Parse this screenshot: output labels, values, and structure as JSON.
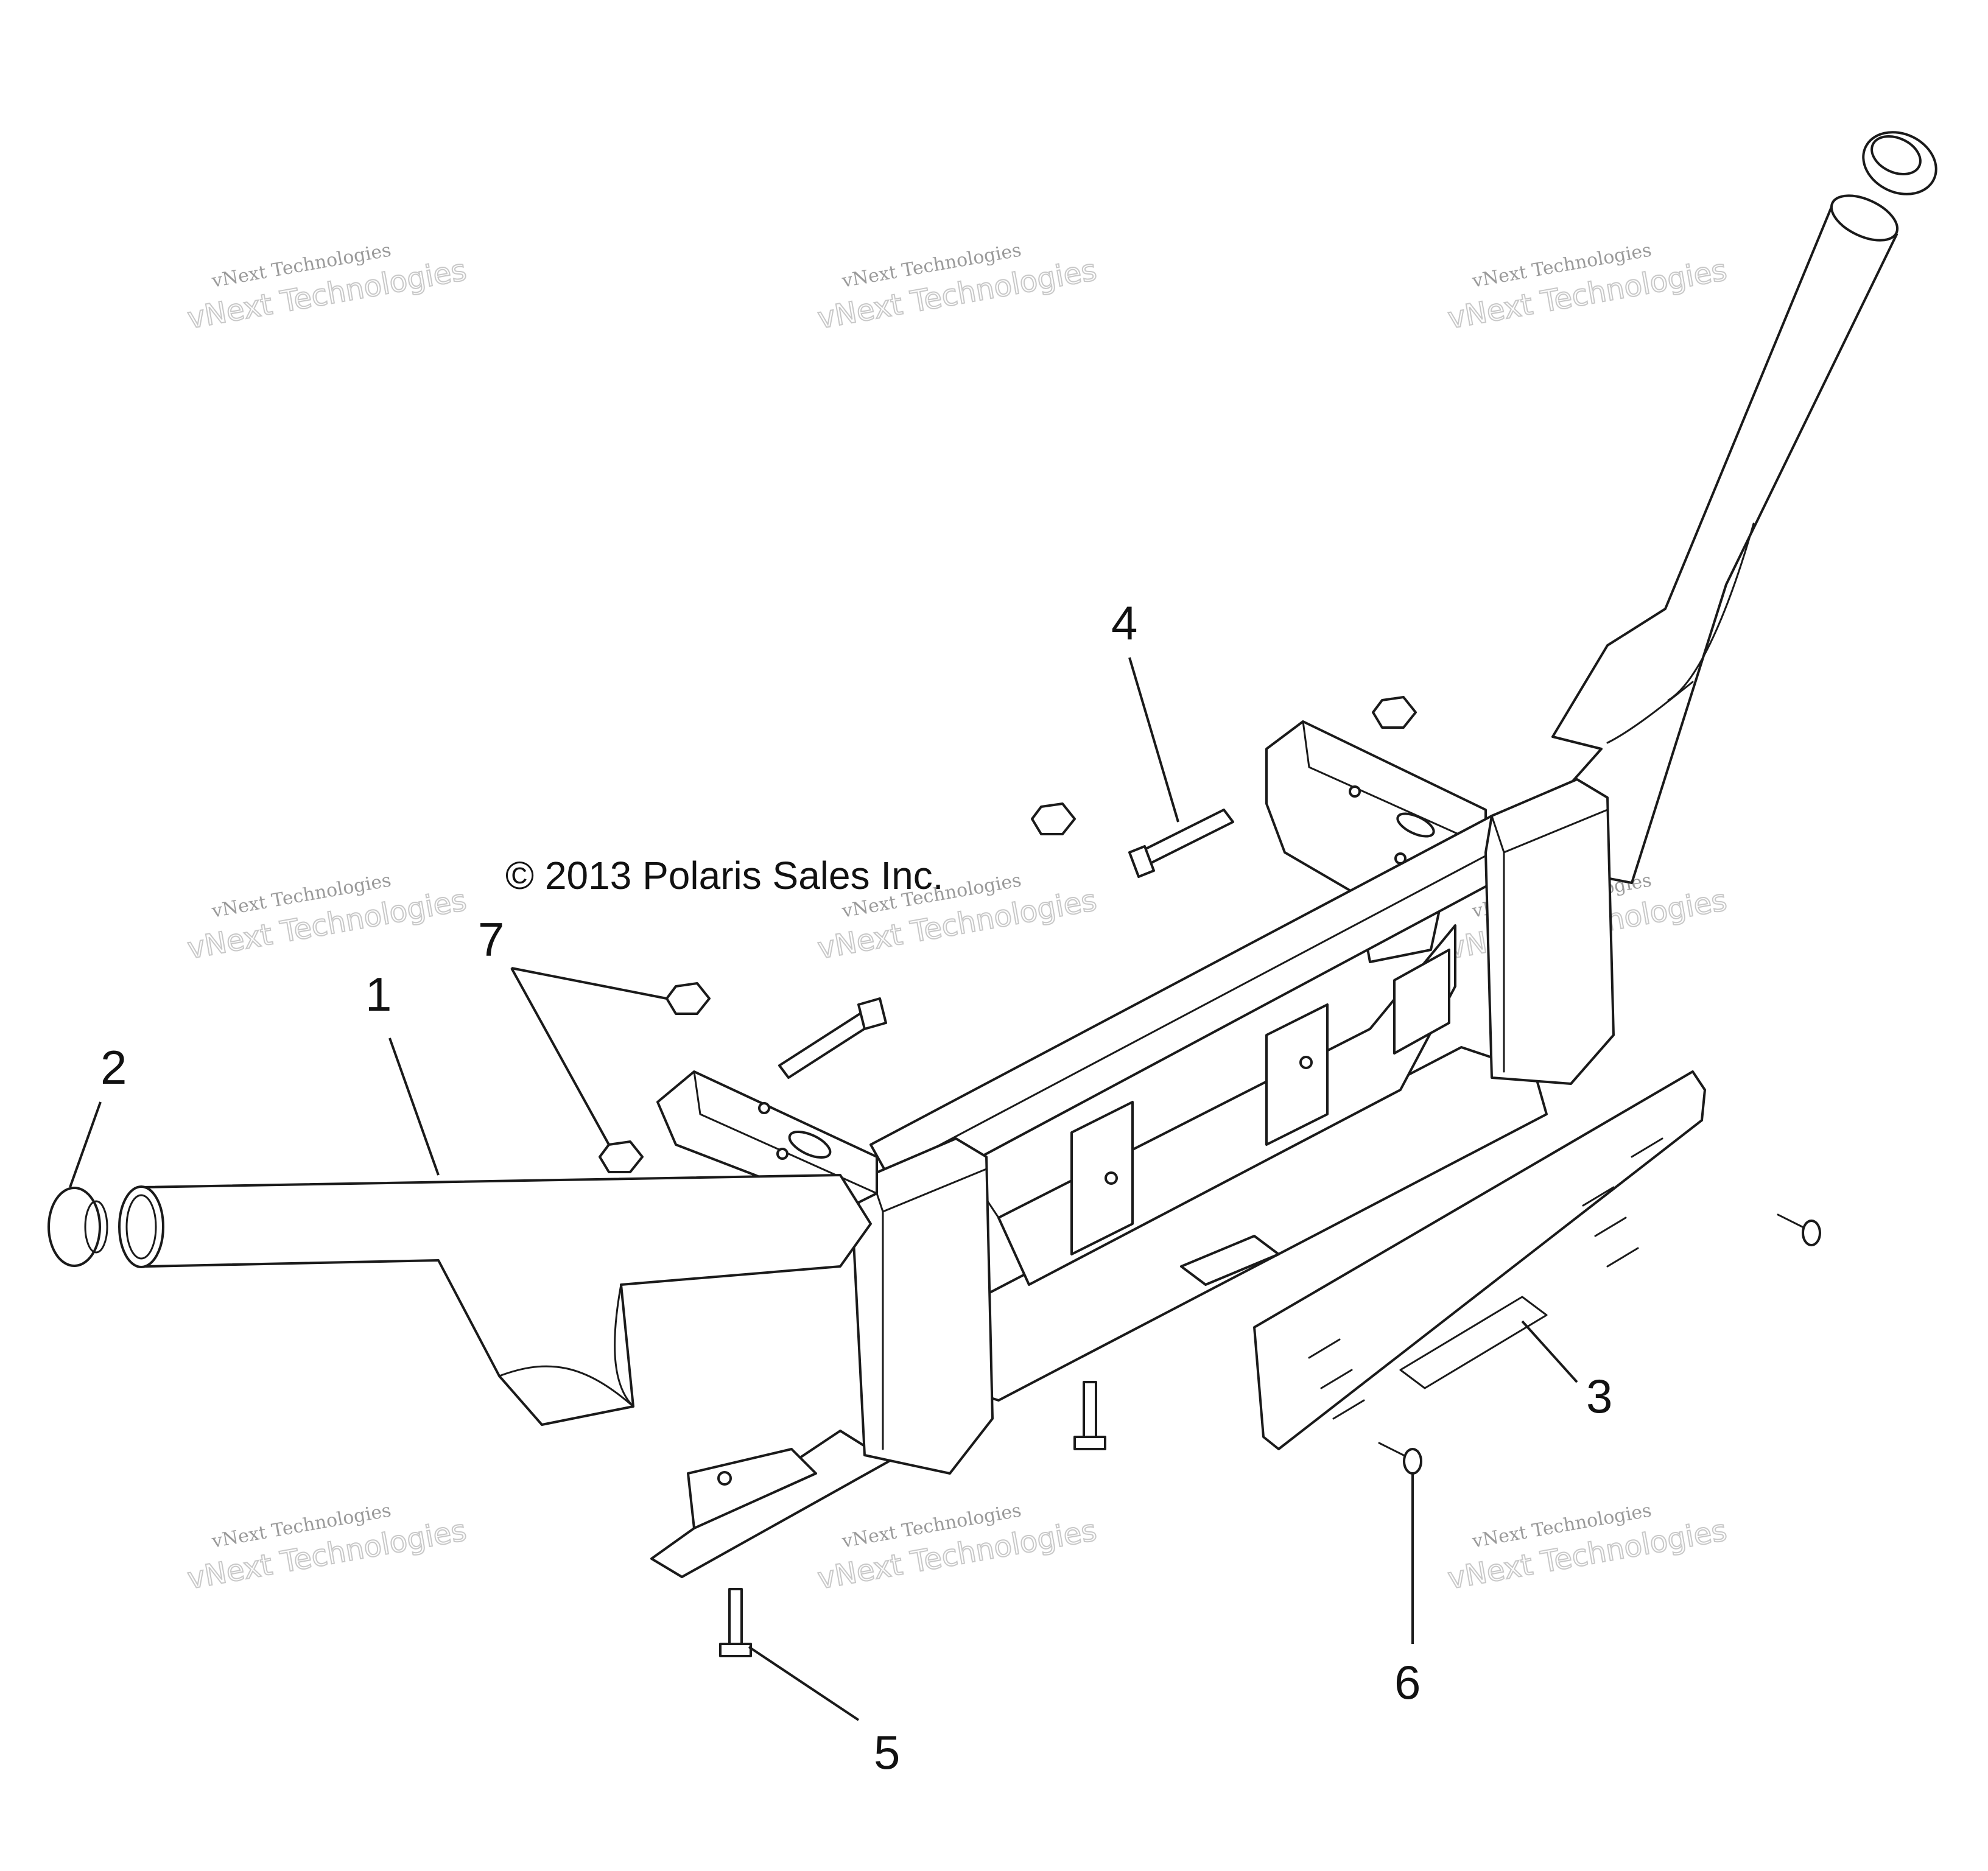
{
  "copyright": "© 2013 Polaris Sales Inc.",
  "watermark": {
    "line1": "vNext Technologies",
    "line2": "vNext Technologies"
  },
  "callouts": [
    "1",
    "2",
    "3",
    "4",
    "5",
    "6",
    "7"
  ]
}
